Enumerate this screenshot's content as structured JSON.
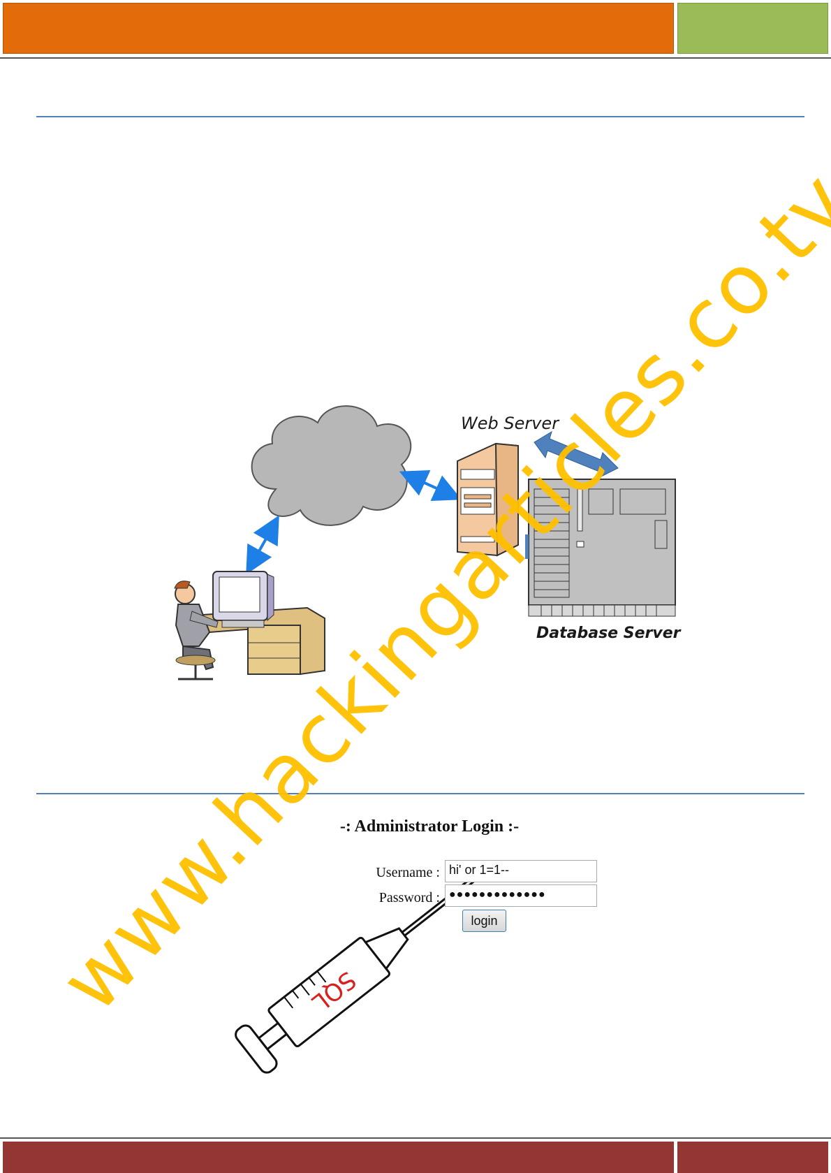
{
  "diagram": {
    "web_server_label": "Web Server",
    "database_server_label": "Database Server",
    "icons": [
      "cloud-icon",
      "user-at-computer-icon",
      "web-server-tower-icon",
      "database-server-icon",
      "double-arrow-icon"
    ]
  },
  "login_form": {
    "title": "-: Administrator Login :-",
    "username_label": "Username :",
    "username_value": "hi' or 1=1--",
    "password_label": "Password :",
    "password_value": "●●●●●●●●●●●●●",
    "login_button": "login"
  },
  "syringe": {
    "label": "SQL",
    "icon": "syringe-icon"
  },
  "watermark": "www.hackingarticles.co.tv",
  "colors": {
    "header_orange": "#e36c0a",
    "header_green": "#9bbb59",
    "footer_red": "#943634",
    "rule_blue": "#4f81bd",
    "watermark": "#ffc000"
  }
}
